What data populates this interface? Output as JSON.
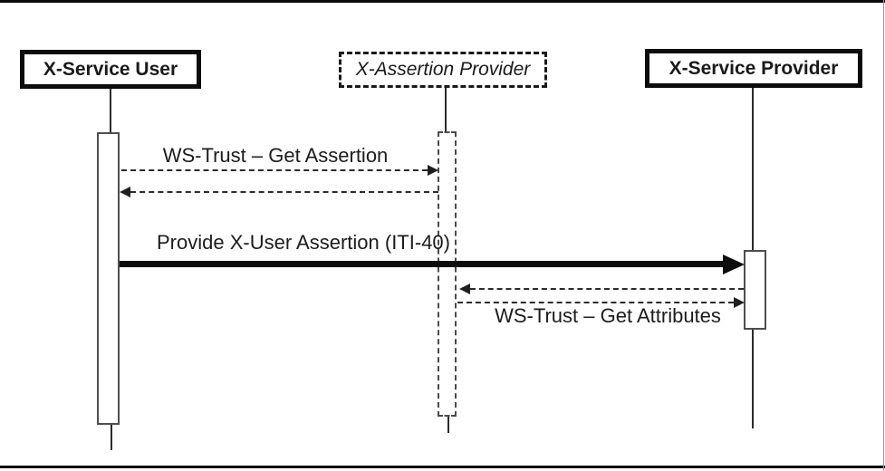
{
  "diagram": {
    "type": "sequence-diagram",
    "colors": {
      "ink": "#1a1a1a",
      "background": "#ffffff"
    },
    "actors": [
      {
        "label": "X-Service User",
        "box_style": "solid-bold"
      },
      {
        "label": "X-Assertion Provider",
        "box_style": "dashed-italic"
      },
      {
        "label": "X-Service Provider",
        "box_style": "solid-bold"
      }
    ],
    "messages": [
      {
        "label": "WS-Trust – Get Assertion",
        "from": "X-Service User",
        "to": "X-Assertion Provider",
        "line": "dashed",
        "direction": "right"
      },
      {
        "label": "",
        "from": "X-Assertion Provider",
        "to": "X-Service User",
        "line": "dashed",
        "direction": "left"
      },
      {
        "label": "Provide X-User Assertion (ITI-40)",
        "from": "X-Service User",
        "to": "X-Service Provider",
        "line": "thick-solid",
        "direction": "right"
      },
      {
        "label": "",
        "from": "X-Service Provider",
        "to": "X-Assertion Provider",
        "line": "dashed",
        "direction": "left"
      },
      {
        "label": "WS-Trust – Get Attributes",
        "from": "X-Assertion Provider",
        "to": "X-Service Provider",
        "line": "dashed",
        "direction": "right"
      }
    ]
  }
}
